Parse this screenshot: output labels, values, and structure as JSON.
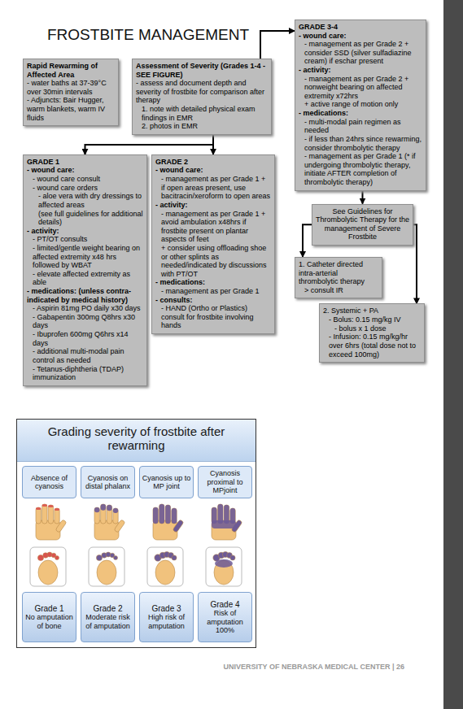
{
  "diagram": {
    "title": "FROSTBITE MANAGEMENT",
    "nodes": [
      {
        "text": [
          "Rapid Rewarming of Affected Area",
          "- water baths at 37-39°C over 30min intervals",
          "- Adjuncts: Bair Hugger, warm blankets, warm IV fluids"
        ]
      },
      {
        "text": [
          "Assessment of Severity (Grades 1-4 - SEE FIGURE)",
          "- assess and document depth and severity of frostbite for comparison after therapy",
          "1. note with detailed physical exam findings in EMR",
          "2. photos in EMR"
        ]
      },
      {
        "text": [
          "GRADE 3-4",
          "- wound care:",
          "- management as per Grade 2 + consider SSD (silver sulfadiazine cream) if eschar present",
          "- activity:",
          "- management as per Grade 2 + nonweight bearing on affected extremity x72hrs",
          "+ active range of motion only",
          "- medications:",
          "- multi-modal pain regimen as needed",
          "- if less than 24hrs since rewarming, consider thrombolytic therapy",
          "- management as per Grade 1 (* if undergoing thrombolytic therapy, initiate AFTER completion of thrombolytic therapy)"
        ]
      },
      {
        "text": [
          "GRADE 1",
          "- wound care:",
          "- wound care consult",
          "- wound care orders",
          "- aloe vera with dry dressings to affected areas",
          "(see full guidelines for additional details)",
          "- activity:",
          "- PT/OT consults",
          "- limited/gentle weight bearing on affected extremity x48 hrs followed by WBAT",
          "- elevate affected extremity as able",
          "- medications: (unless contra-indicated by medical history)",
          "- Aspirin 81mg PO daily x30 days",
          "- Gabapentin 300mg Q8hrs x30 days",
          "- Ibuprofen 600mg Q6hrs x14 days",
          "- additional multi-modal pain control as needed",
          "- Tetanus-diphtheria (TDAP) immunization"
        ]
      },
      {
        "text": [
          "GRADE 2",
          "- wound care:",
          "- management as per Grade 1 + if open areas present, use bacitracin/xeroform to open areas",
          "- activity:",
          "- management as per Grade 1 + avoid ambulation x48hrs if frostbite present on plantar aspects of feet",
          "+ consider using offloading shoe or other splints as needed/indicated by discussions with PT/OT",
          "- medications:",
          "- management as per Grade 1",
          "- consults:",
          "- HAND (Ortho or Plastics) consult for frostbite involving hands"
        ]
      },
      {
        "text": [
          "See Guidelines for Thrombolytic Therapy for the management of Severe Frostbite"
        ]
      },
      {
        "text": [
          "1. Catheter directed intra-arterial thrombolytic therapy",
          "> consult IR"
        ]
      },
      {
        "text": [
          "2. Systemic + PA",
          "- Bolus: 0.15 mg/kg IV",
          "- bolus x 1 dose",
          "- Infusion: 0.15 mg/kg/hr over 6hrs (total dose not to exceed 100mg)"
        ]
      },
      {
        "text": [
          "Grading severity of frostbite after rewarming"
        ]
      },
      {
        "text": [
          "Absence of cyanosis"
        ],
        "in": 8
      },
      {
        "text": [
          "Cyanosis on distal phalanx"
        ],
        "in": 8
      },
      {
        "text": [
          "Cyanosis up to MP joint"
        ],
        "in": 8
      },
      {
        "text": [
          "Cyanosis proximal to MPjoint"
        ],
        "in": 8
      },
      {
        "text": [
          "Grade 1",
          "No amputation of bone"
        ],
        "in": 8
      },
      {
        "text": [
          "Grade 2",
          "Moderate risk of amputation"
        ],
        "in": 8
      },
      {
        "text": [
          "Grade 3",
          "High risk of amputation"
        ],
        "in": 8
      },
      {
        "text": [
          "Grade 4",
          "Risk of amputation 100%"
        ],
        "in": 8
      }
    ],
    "edges": [
      {
        "from": 1,
        "to": 3,
        "arrow": "to"
      },
      {
        "from": 1,
        "to": 4,
        "arrow": "to"
      },
      {
        "from": 1,
        "to": 2,
        "arrow": "to"
      },
      {
        "from": 2,
        "to": 5,
        "arrow": "to"
      },
      {
        "from": 5,
        "to": 6,
        "arrow": "to"
      },
      {
        "from": 5,
        "to": 7,
        "arrow": "to"
      }
    ],
    "labels": [
      "UNIVERSITY OF NEBRASKA MEDICAL CENTER | 26"
    ]
  }
}
